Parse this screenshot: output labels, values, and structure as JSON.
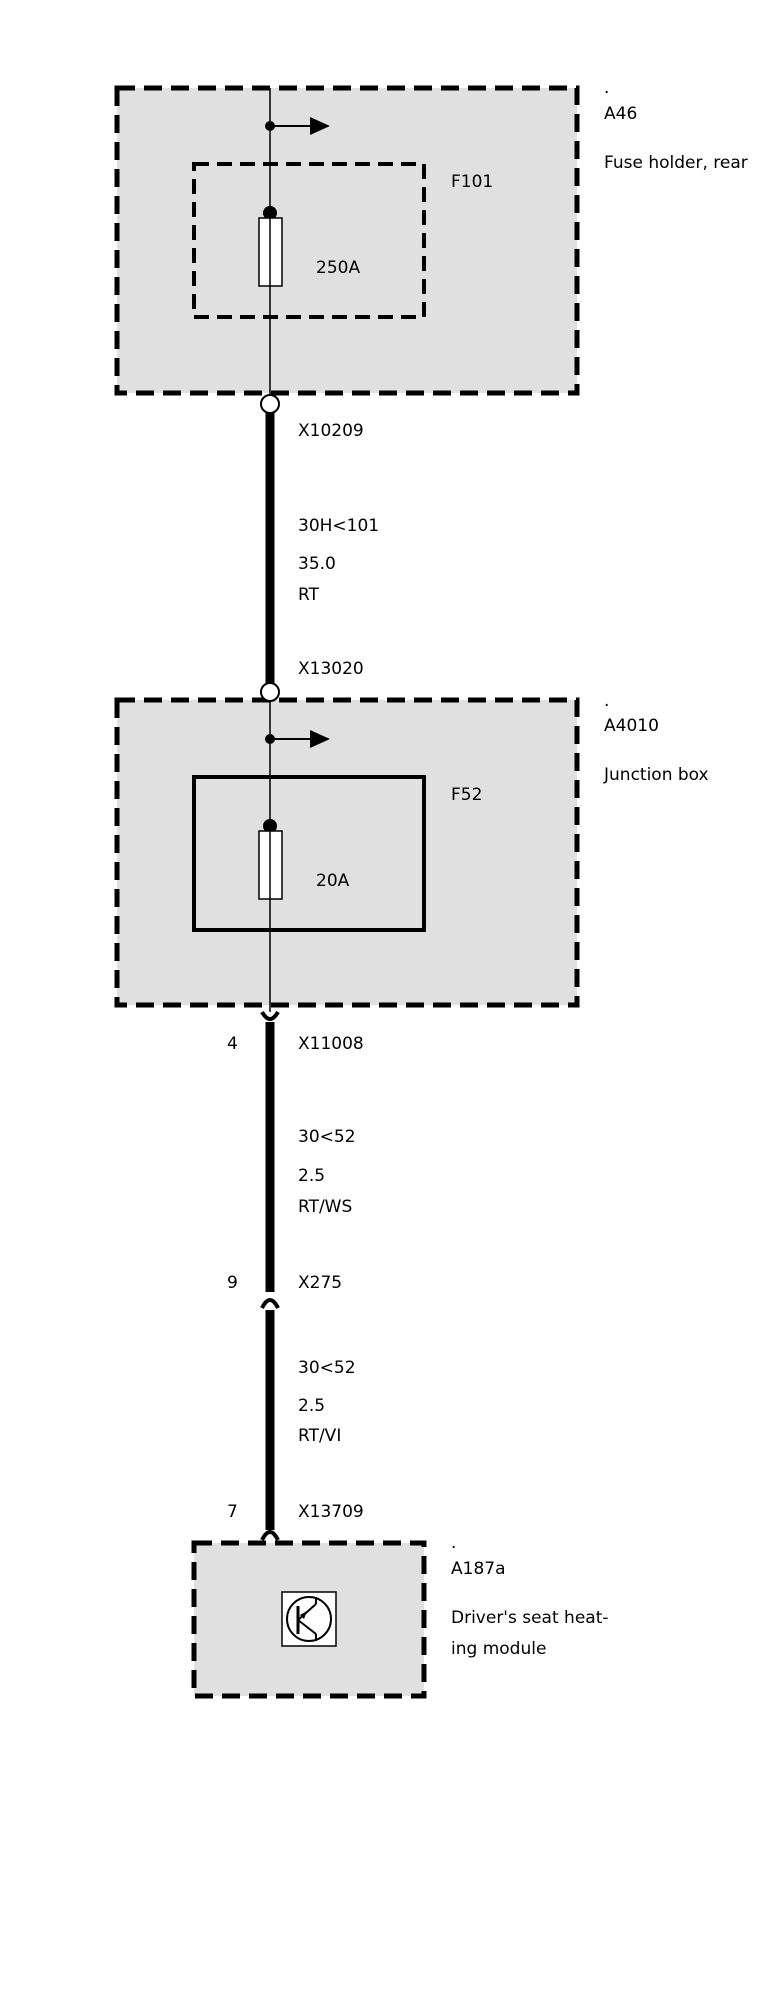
{
  "components": {
    "a46": {
      "dot": ".",
      "id": "A46",
      "desc": "Fuse holder, rear"
    },
    "f101": {
      "id": "F101",
      "rating": "250A"
    },
    "a4010": {
      "dot": ".",
      "id": "A4010",
      "desc": "Junction box"
    },
    "f52": {
      "id": "F52",
      "rating": "20A"
    },
    "a187a": {
      "dot": ".",
      "id": "A187a",
      "desc_line1": "Driver's seat heat-",
      "desc_line2": "ing module"
    }
  },
  "connectors": {
    "x10209": {
      "id": "X10209"
    },
    "x13020": {
      "id": "X13020"
    },
    "x11008": {
      "id": "X11008",
      "pin": "4"
    },
    "x275": {
      "id": "X275",
      "pin": "9"
    },
    "x13709": {
      "id": "X13709",
      "pin": "7"
    }
  },
  "wires": {
    "w1": {
      "circuit": "30H<101",
      "size": "35.0",
      "color": "RT"
    },
    "w2": {
      "circuit": "30<52",
      "size": "2.5",
      "color": "RT/WS"
    },
    "w3": {
      "circuit": "30<52",
      "size": "2.5",
      "color": "RT/VI"
    }
  },
  "colors": {
    "box_fill": "#e0e0e0",
    "line": "#000000",
    "background": "#ffffff"
  }
}
